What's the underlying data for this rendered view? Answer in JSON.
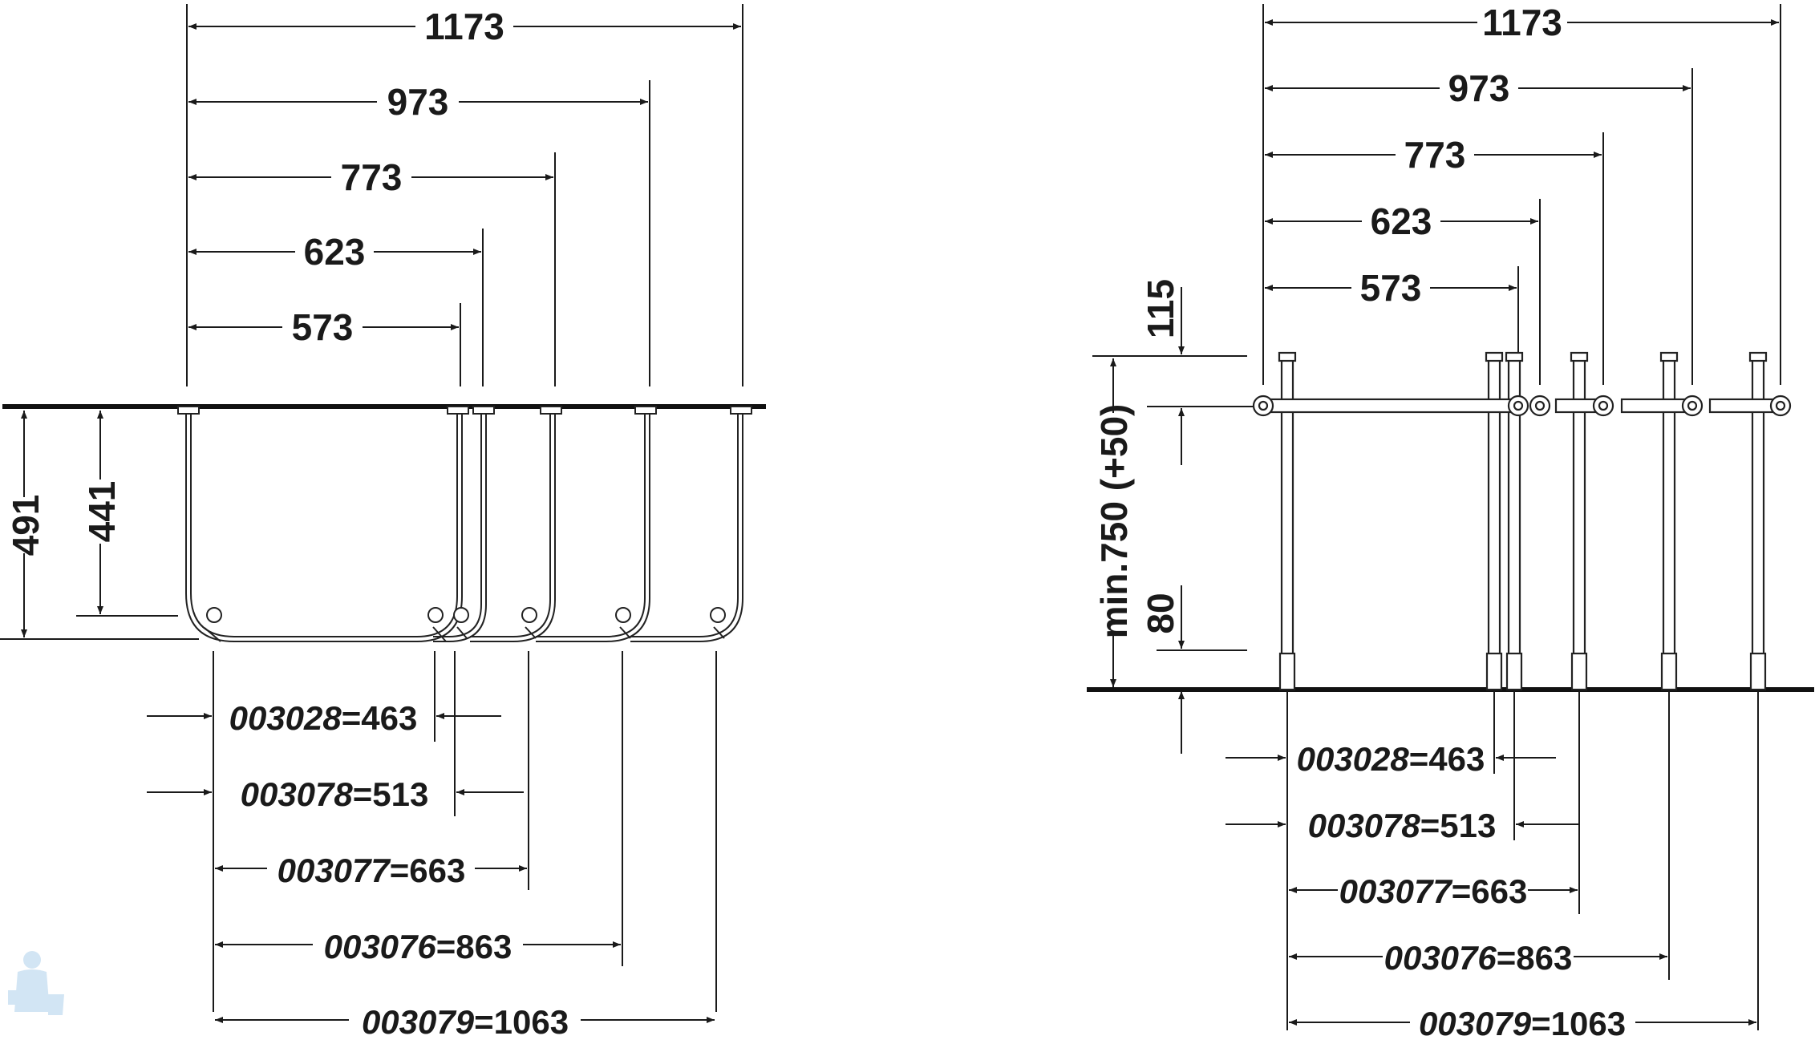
{
  "top_view": {
    "widths": [
      "1173",
      "973",
      "773",
      "623",
      "573"
    ],
    "heights": [
      "491",
      "441"
    ],
    "articles": [
      {
        "code": "003028",
        "sep": "=",
        "value": "463"
      },
      {
        "code": "003078",
        "sep": "=",
        "value": "513"
      },
      {
        "code": "003077",
        "sep": "=",
        "value": "663"
      },
      {
        "code": "003076",
        "sep": "=",
        "value": "863"
      },
      {
        "code": "003079",
        "sep": "=",
        "value": "1063"
      }
    ]
  },
  "front_view": {
    "widths": [
      "1173",
      "973",
      "773",
      "623",
      "573"
    ],
    "vertical": {
      "top_offset": "115",
      "height": "min.750 (+50)",
      "bottom_offset": "80"
    },
    "articles": [
      {
        "code": "003028",
        "sep": "=",
        "value": "463"
      },
      {
        "code": "003078",
        "sep": "=",
        "value": "513"
      },
      {
        "code": "003077",
        "sep": "=",
        "value": "663"
      },
      {
        "code": "003076",
        "sep": "=",
        "value": "863"
      },
      {
        "code": "003079",
        "sep": "=",
        "value": "1063"
      }
    ]
  }
}
